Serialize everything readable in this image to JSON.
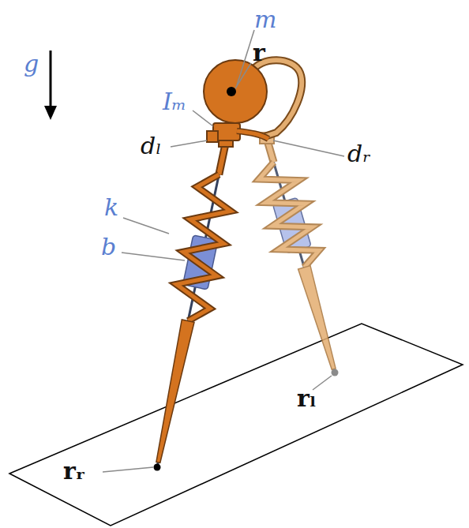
{
  "diagram": {
    "labels": [
      "g",
      "m",
      "r",
      "Iₘ",
      "dₗ",
      "dᵣ",
      "k",
      "b",
      "rᵣ",
      "rₗ"
    ]
  }
}
